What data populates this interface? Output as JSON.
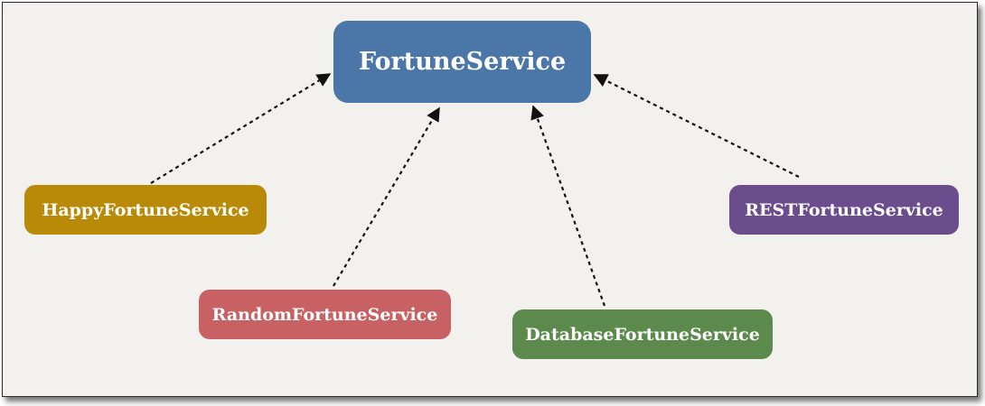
{
  "diagram": {
    "nodes": {
      "fortune_service": {
        "label": "FortuneService",
        "color": "#4a76a8"
      },
      "happy": {
        "label": "HappyFortuneService",
        "color": "#b88a08"
      },
      "rest": {
        "label": "RESTFortuneService",
        "color": "#6b4d8e"
      },
      "random": {
        "label": "RandomFortuneService",
        "color": "#c86163"
      },
      "database": {
        "label": "DatabaseFortuneService",
        "color": "#5c8a4c"
      }
    },
    "edges": [
      {
        "from": "happy",
        "to": "fortune_service",
        "style": "dotted-arrow"
      },
      {
        "from": "random",
        "to": "fortune_service",
        "style": "dotted-arrow"
      },
      {
        "from": "database",
        "to": "fortune_service",
        "style": "dotted-arrow"
      },
      {
        "from": "rest",
        "to": "fortune_service",
        "style": "dotted-arrow"
      }
    ],
    "edge_color": "#111111"
  }
}
